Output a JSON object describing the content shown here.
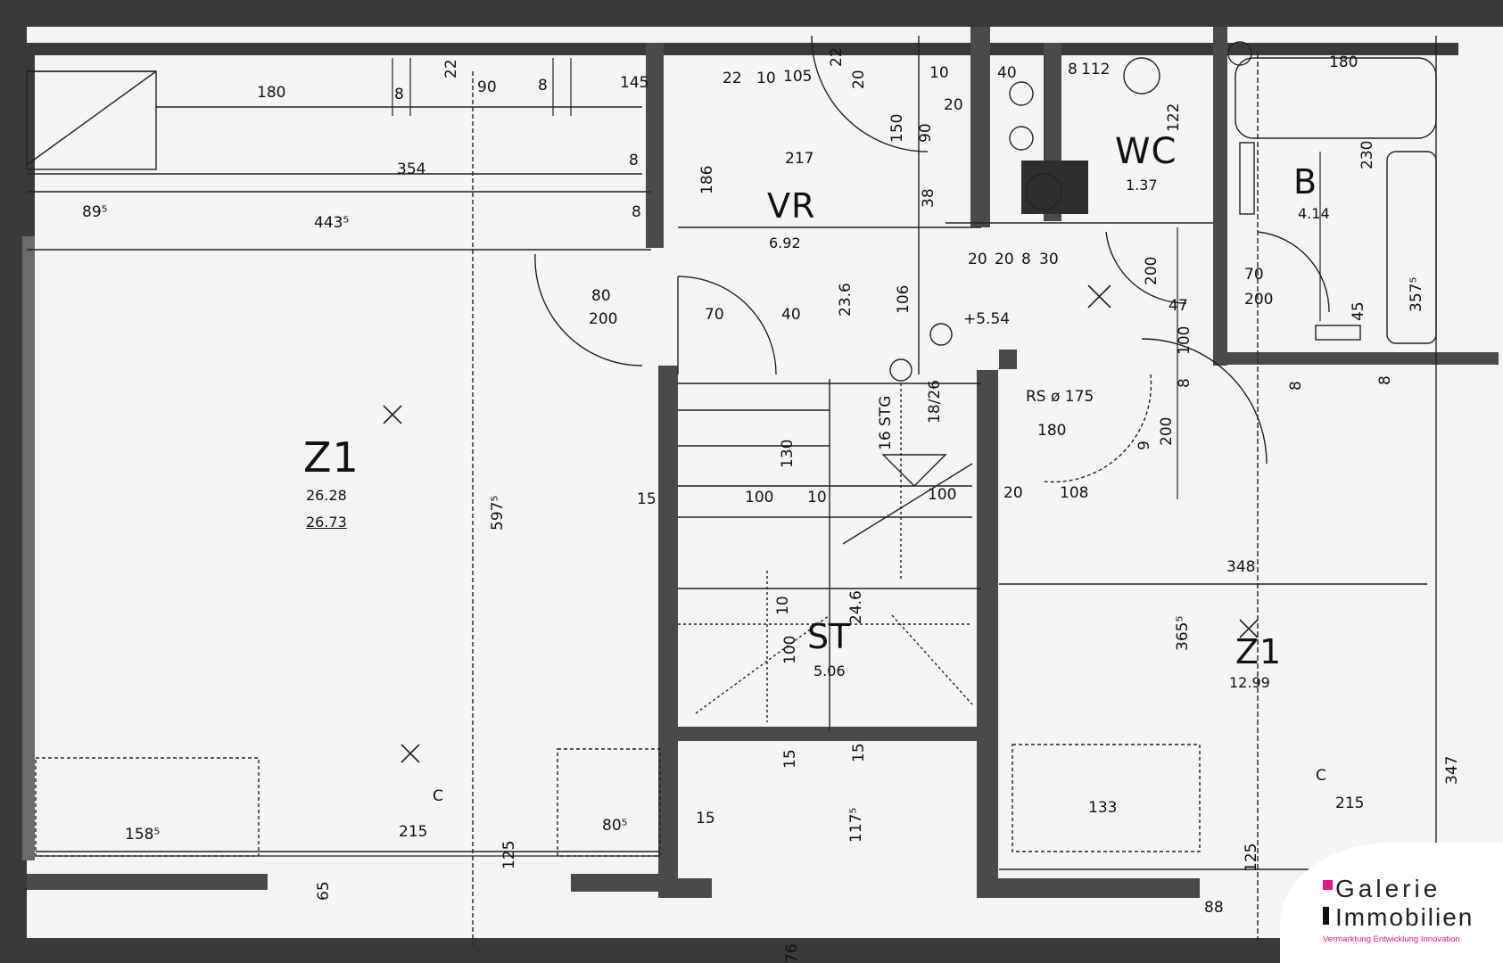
{
  "rooms": {
    "z1_left": {
      "name": "Z1",
      "area": "26.28",
      "area2": "26.73"
    },
    "vr": {
      "name": "VR",
      "area": "6.92"
    },
    "wc": {
      "name": "WC",
      "area": "1.37"
    },
    "b": {
      "name": "B",
      "area": "4.14"
    },
    "st": {
      "name": "ST",
      "area": "5.06"
    },
    "z1_right": {
      "name": "Z1",
      "area": "12.99"
    }
  },
  "dimensions": {
    "d180a": "180",
    "d8a": "8",
    "d22a": "22",
    "d90a": "90",
    "d8b": "8",
    "d145": "145",
    "d22b": "22",
    "d10a": "10",
    "d105": "105",
    "d22c": "22",
    "d20a": "20",
    "d10b": "10",
    "d40a": "40",
    "d20b": "20",
    "d8c": "8",
    "d112": "112",
    "d180b": "180",
    "d354": "354",
    "d8d": "8",
    "d217": "217",
    "d150": "150",
    "d90b": "90",
    "d895": "89⁵",
    "d443": "443⁵",
    "d186": "186",
    "d8e": "8",
    "d38": "38",
    "d230": "230",
    "d122": "122",
    "d80a": "80",
    "d200a": "200",
    "d70a": "70",
    "d40b": "40",
    "d236": "23.6",
    "d106": "106",
    "d20c": "20",
    "d20d": "20",
    "d8f": "8",
    "d30": "30",
    "d70b": "70",
    "d200b": "200",
    "d200c": "200",
    "d357": "357⁵",
    "d45": "45",
    "d100a": "100",
    "d47": "47",
    "d8g": "8",
    "d8h": "8",
    "d8i": "8",
    "d554": "+5.54",
    "drs": "RS ø 175",
    "d180c": "180",
    "d9": "9",
    "d200d": "200",
    "d20e": "20",
    "d108": "108",
    "d15a": "15",
    "d100b": "100",
    "d10c": "10",
    "d100c": "100",
    "d130": "130",
    "d16stg": "16 STG",
    "d1826": "18/26",
    "d597": "597⁵",
    "d348": "348",
    "d3655": "365⁵",
    "d10d": "10",
    "d245": "24.6",
    "d100d": "100",
    "d347": "347",
    "d15b": "15",
    "d15c": "15",
    "d1175": "117⁵",
    "d133": "133",
    "c1": "C",
    "c2": "C",
    "d215a": "215",
    "d215b": "215",
    "d1585": "158⁵",
    "d805": "80⁵",
    "d15d": "15",
    "d125a": "125",
    "d125b": "125",
    "d65": "65",
    "d76": "76",
    "d88": "88"
  },
  "logo": {
    "line1": "Galerie",
    "line2": "Immobilien",
    "tagline": "Vermarktung Entwicklung Innovation",
    "accent_color": "#e6197f"
  }
}
